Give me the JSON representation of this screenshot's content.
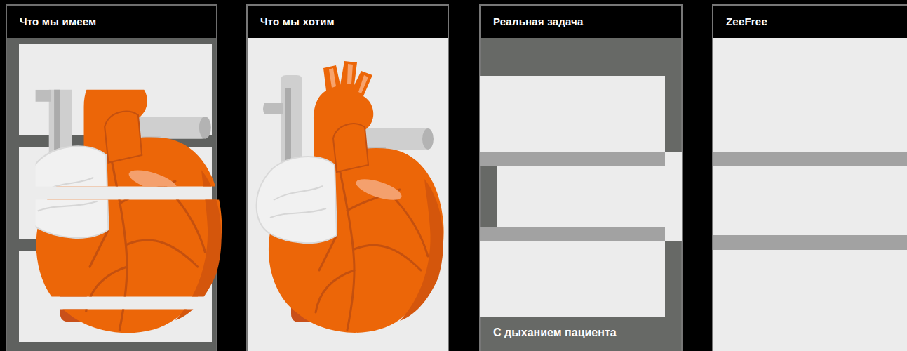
{
  "diagram": {
    "nodes": [
      {
        "text": [
          "Что мы имеем"
        ]
      },
      {
        "text": [
          "Что мы хотим"
        ]
      },
      {
        "text": [
          "Реальная задача",
          "С дыханием пациента"
        ]
      },
      {
        "text": [
          "ZeeFree"
        ]
      }
    ]
  }
}
